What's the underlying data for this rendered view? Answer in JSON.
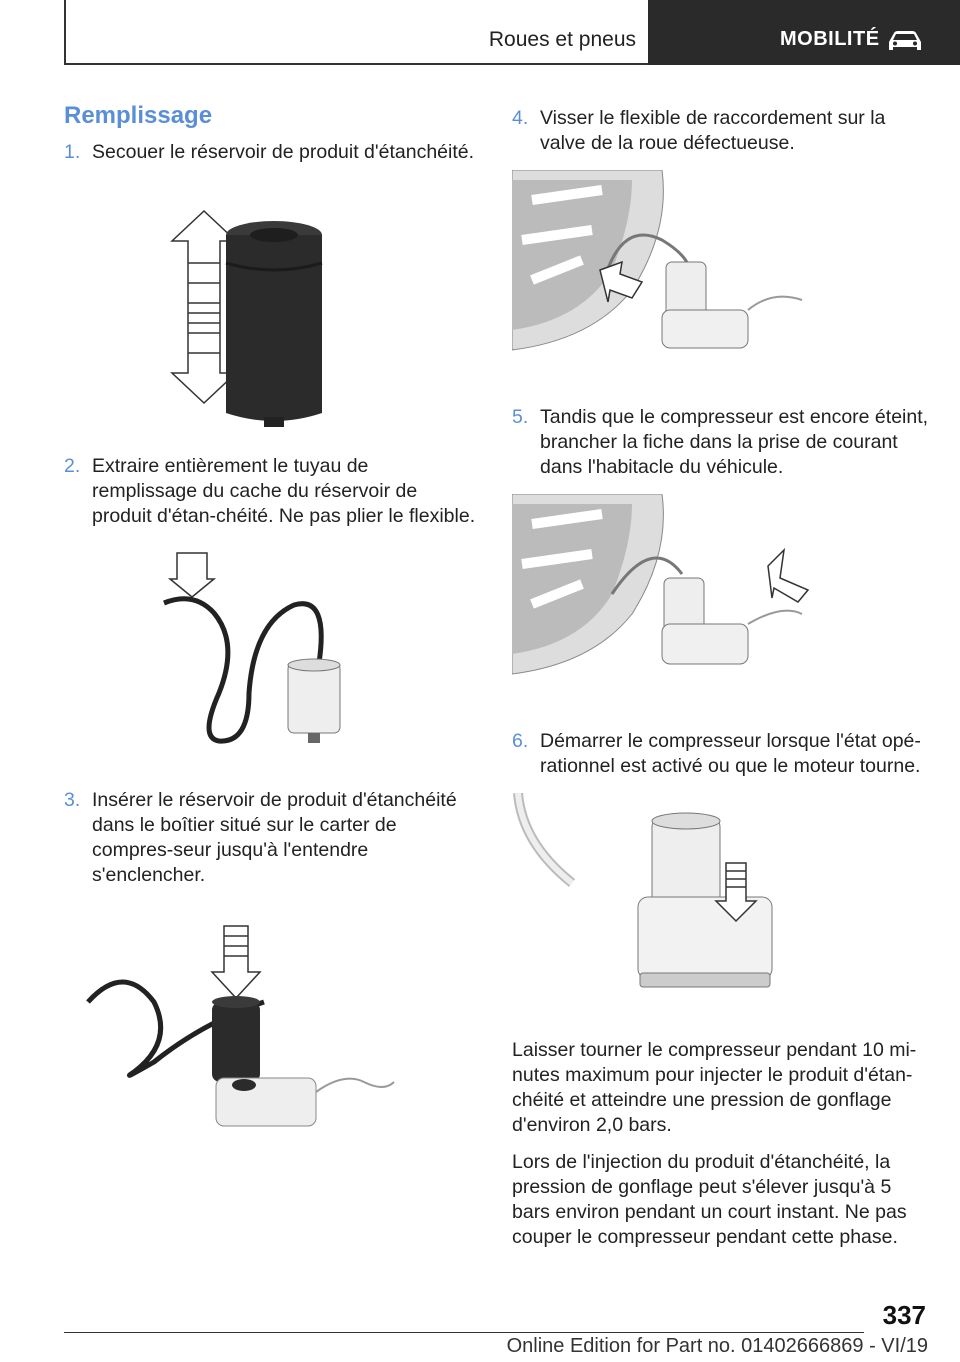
{
  "header": {
    "section": "Roues et pneus",
    "tab": "MOBILITÉ",
    "tab_icon": "car-icon"
  },
  "heading": "Remplissage",
  "steps": [
    {
      "num": "1.",
      "text": "Secouer le réservoir de produit d'étanchéité."
    },
    {
      "num": "2.",
      "text": "Extraire entièrement le tuyau de remplissage du cache du réservoir de produit d'étan‐chéité. Ne pas plier le flexible."
    },
    {
      "num": "3.",
      "text": "Insérer le réservoir de produit d'étanchéité dans le boîtier situé sur le carter de compres‐seur jusqu'à l'entendre s'enclencher."
    },
    {
      "num": "4.",
      "text": "Visser le flexible de raccordement sur la valve de la roue défectueuse."
    },
    {
      "num": "5.",
      "text": "Tandis que le compresseur est encore éteint, brancher la fiche dans la prise de courant dans l'habitacle du véhicule."
    },
    {
      "num": "6.",
      "text": "Démarrer le compresseur lorsque l'état opé‐rationnel est activé ou que le moteur tourne."
    }
  ],
  "paragraphs": [
    "Laisser tourner le compresseur pendant 10 mi‐nutes maximum pour injecter le produit d'étan‐chéité et atteindre une pression de gonflage d'environ 2,0 bars.",
    "Lors de l'injection du produit d'étanchéité, la pression de gonflage peut s'élever jusqu'à 5 bars environ pendant un court instant. Ne pas couper le compresseur pendant cette phase."
  ],
  "footer": {
    "page_number": "337",
    "edition": "Online Edition for Part no. 01402666869 - VI/19"
  }
}
